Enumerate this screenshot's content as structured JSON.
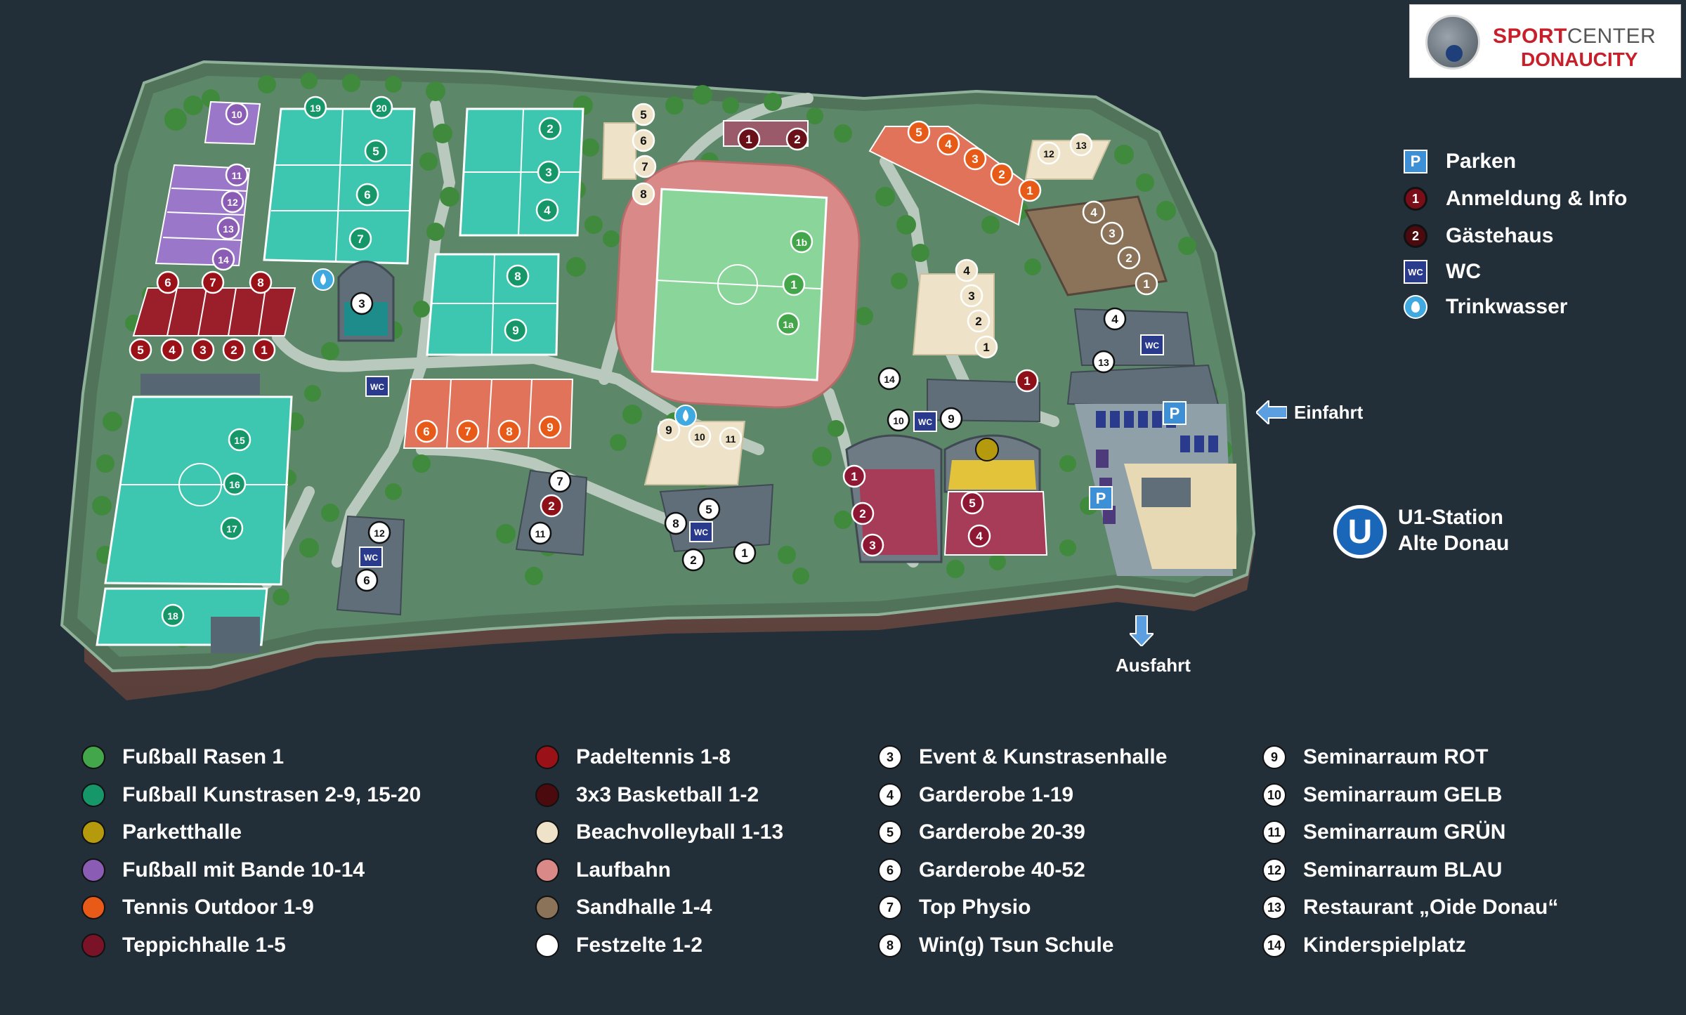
{
  "logo": {
    "line1_a": "SPORT",
    "line1_b": "CENTER",
    "line2": "DONAUCITY"
  },
  "symbol_legend": [
    {
      "icon": "parking-icon",
      "glyph": "P",
      "label": "Parken"
    },
    {
      "icon": "info-marker-icon",
      "glyph": "1",
      "label": "Anmeldung & Info"
    },
    {
      "icon": "guesthouse-marker-icon",
      "glyph": "2",
      "label": "Gästehaus"
    },
    {
      "icon": "wc-icon",
      "glyph": "WC",
      "label": "WC"
    },
    {
      "icon": "drinking-water-icon",
      "glyph": "",
      "label": "Trinkwasser"
    }
  ],
  "annotations": {
    "entrance": "Einfahrt",
    "exit": "Ausfahrt",
    "station_line1": "U1-Station",
    "station_line2": "Alte Donau",
    "station_badge": "U"
  },
  "wc_label": "WC",
  "colors": {
    "rasen": "#44a64a",
    "kunstrasen": "#16976a",
    "parkett": "#b59a0d",
    "bande": "#8a5cb3",
    "tennis": "#e85a18",
    "teppich": "#7b1328",
    "padel": "#9b1118",
    "basketball": "#4a0a0e",
    "beach": "#eee3c8",
    "laufbahn": "#d98a88",
    "sandhalle": "#8a7358",
    "festzelt": "#ffffff",
    "numbered": "#ffffff"
  },
  "legend": {
    "col1": [
      {
        "color": "rasen",
        "label": "Fußball Rasen 1"
      },
      {
        "color": "kunstrasen",
        "label": "Fußball Kunstrasen 2-9, 15-20"
      },
      {
        "color": "parkett",
        "label": "Parketthalle"
      },
      {
        "color": "bande",
        "label": "Fußball mit Bande 10-14"
      },
      {
        "color": "tennis",
        "label": "Tennis Outdoor 1-9"
      },
      {
        "color": "teppich",
        "label": "Teppichhalle 1-5"
      }
    ],
    "col2": [
      {
        "color": "padel",
        "label": "Padeltennis 1-8"
      },
      {
        "color": "basketball",
        "label": "3x3 Basketball 1-2"
      },
      {
        "color": "beach",
        "label": "Beachvolleyball 1-13"
      },
      {
        "color": "laufbahn",
        "label": "Laufbahn"
      },
      {
        "color": "sandhalle",
        "label": "Sandhalle 1-4"
      },
      {
        "color": "festzelt",
        "label": "Festzelte 1-2"
      }
    ],
    "col3": [
      {
        "num": "3",
        "label": "Event & Kunstrasenhalle"
      },
      {
        "num": "4",
        "label": "Garderobe 1-19"
      },
      {
        "num": "5",
        "label": "Garderobe 20-39"
      },
      {
        "num": "6",
        "label": "Garderobe 40-52"
      },
      {
        "num": "7",
        "label": "Top Physio"
      },
      {
        "num": "8",
        "label": "Win(g) Tsun Schule"
      }
    ],
    "col4": [
      {
        "num": "9",
        "label": "Seminarraum ROT"
      },
      {
        "num": "10",
        "label": "Seminarraum GELB"
      },
      {
        "num": "11",
        "label": "Seminarraum GRÜN"
      },
      {
        "num": "12",
        "label": "Seminarraum BLAU"
      },
      {
        "num": "13",
        "label": "Restaurant „Oide Donau“"
      },
      {
        "num": "14",
        "label": "Kinderspielplatz"
      }
    ]
  },
  "markers": [
    {
      "t": "kunstrasen",
      "n": "19"
    },
    {
      "t": "kunstrasen",
      "n": "20"
    },
    {
      "t": "kunstrasen",
      "n": "5"
    },
    {
      "t": "kunstrasen",
      "n": "6"
    },
    {
      "t": "kunstrasen",
      "n": "7"
    },
    {
      "t": "kunstrasen",
      "n": "2"
    },
    {
      "t": "kunstrasen",
      "n": "3"
    },
    {
      "t": "kunstrasen",
      "n": "4"
    },
    {
      "t": "kunstrasen",
      "n": "8"
    },
    {
      "t": "kunstrasen",
      "n": "9"
    },
    {
      "t": "kunstrasen",
      "n": "15"
    },
    {
      "t": "kunstrasen",
      "n": "16"
    },
    {
      "t": "kunstrasen",
      "n": "17"
    },
    {
      "t": "kunstrasen",
      "n": "18"
    },
    {
      "t": "rasen",
      "n": "1b"
    },
    {
      "t": "rasen",
      "n": "1"
    },
    {
      "t": "rasen",
      "n": "1a"
    },
    {
      "t": "bande",
      "n": "10"
    },
    {
      "t": "bande",
      "n": "11"
    },
    {
      "t": "bande",
      "n": "12"
    },
    {
      "t": "bande",
      "n": "13"
    },
    {
      "t": "bande",
      "n": "14"
    },
    {
      "t": "padel",
      "n": "6"
    },
    {
      "t": "padel",
      "n": "7"
    },
    {
      "t": "padel",
      "n": "8"
    },
    {
      "t": "padel",
      "n": "5"
    },
    {
      "t": "padel",
      "n": "4"
    },
    {
      "t": "padel",
      "n": "3"
    },
    {
      "t": "padel",
      "n": "2"
    },
    {
      "t": "padel",
      "n": "1"
    },
    {
      "t": "tennis",
      "n": "6"
    },
    {
      "t": "tennis",
      "n": "7"
    },
    {
      "t": "tennis",
      "n": "8"
    },
    {
      "t": "tennis",
      "n": "9"
    },
    {
      "t": "tennis",
      "n": "5"
    },
    {
      "t": "tennis",
      "n": "4"
    },
    {
      "t": "tennis",
      "n": "3"
    },
    {
      "t": "tennis",
      "n": "2"
    },
    {
      "t": "tennis",
      "n": "1"
    },
    {
      "t": "beach",
      "n": "5"
    },
    {
      "t": "beach",
      "n": "6"
    },
    {
      "t": "beach",
      "n": "7"
    },
    {
      "t": "beach",
      "n": "8"
    },
    {
      "t": "beach",
      "n": "12"
    },
    {
      "t": "beach",
      "n": "13"
    },
    {
      "t": "beach",
      "n": "4"
    },
    {
      "t": "beach",
      "n": "3"
    },
    {
      "t": "beach",
      "n": "2"
    },
    {
      "t": "beach",
      "n": "1"
    },
    {
      "t": "beach",
      "n": "9"
    },
    {
      "t": "beach",
      "n": "10"
    },
    {
      "t": "beach",
      "n": "11"
    },
    {
      "t": "basketball",
      "n": "1"
    },
    {
      "t": "basketball",
      "n": "2"
    },
    {
      "t": "sandhalle",
      "n": "4"
    },
    {
      "t": "sandhalle",
      "n": "3"
    },
    {
      "t": "sandhalle",
      "n": "2"
    },
    {
      "t": "sandhalle",
      "n": "1"
    },
    {
      "t": "teppich",
      "n": "1"
    },
    {
      "t": "teppich",
      "n": "2"
    },
    {
      "t": "teppich",
      "n": "3"
    },
    {
      "t": "teppich",
      "n": "5"
    },
    {
      "t": "teppich",
      "n": "4"
    },
    {
      "t": "numbered",
      "n": "3"
    },
    {
      "t": "numbered",
      "n": "4"
    },
    {
      "t": "numbered",
      "n": "13"
    },
    {
      "t": "numbered",
      "n": "14"
    },
    {
      "t": "numbered",
      "n": "10"
    },
    {
      "t": "numbered",
      "n": "9"
    },
    {
      "t": "numbered",
      "n": "7"
    },
    {
      "t": "info",
      "n": "2"
    },
    {
      "t": "numbered",
      "n": "11"
    },
    {
      "t": "numbered",
      "n": "12"
    },
    {
      "t": "numbered",
      "n": "6"
    },
    {
      "t": "numbered",
      "n": "8"
    },
    {
      "t": "numbered",
      "n": "5"
    },
    {
      "t": "info",
      "n": "1"
    },
    {
      "t": "festzelt",
      "n": "2"
    },
    {
      "t": "festzelt",
      "n": "1"
    }
  ]
}
